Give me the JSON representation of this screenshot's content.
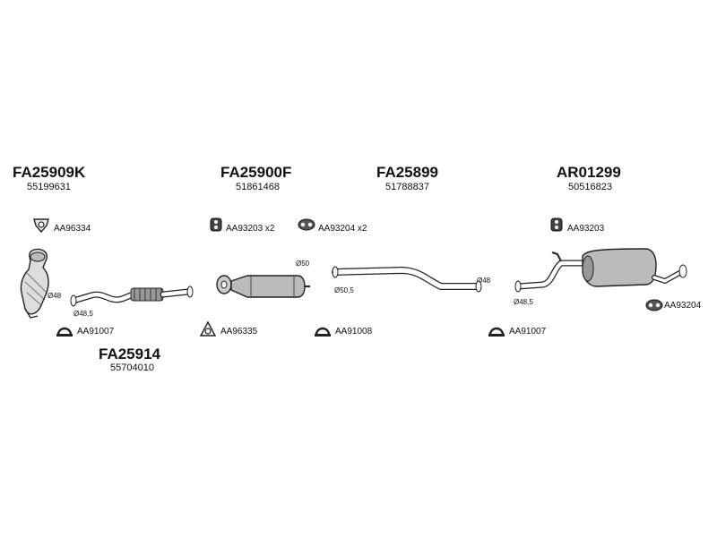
{
  "parts": {
    "fa25909k": {
      "code": "FA25909K",
      "number": "55199631"
    },
    "fa25900f": {
      "code": "FA25900F",
      "number": "51861468"
    },
    "fa25899": {
      "code": "FA25899",
      "number": "51788837"
    },
    "ar01299": {
      "code": "AR01299",
      "number": "50516823"
    },
    "fa25914": {
      "code": "FA25914",
      "number": "55704010"
    }
  },
  "accessories": {
    "aa96334": "AA96334",
    "aa93203_x2": "AA93203 x2",
    "aa93204_x2": "AA93204 x2",
    "aa93203": "AA93203",
    "aa93204": "AA93204",
    "aa91007_a": "AA91007",
    "aa96335": "AA96335",
    "aa91008": "AA91008",
    "aa91007_b": "AA91007"
  },
  "diameters": {
    "d48_cat": "Ø48",
    "d48_5_a": "Ø48,5",
    "d50": "Ø50",
    "d50_5": "Ø50,5",
    "d48_pipe": "Ø48",
    "d48_5_b": "Ø48,5"
  }
}
